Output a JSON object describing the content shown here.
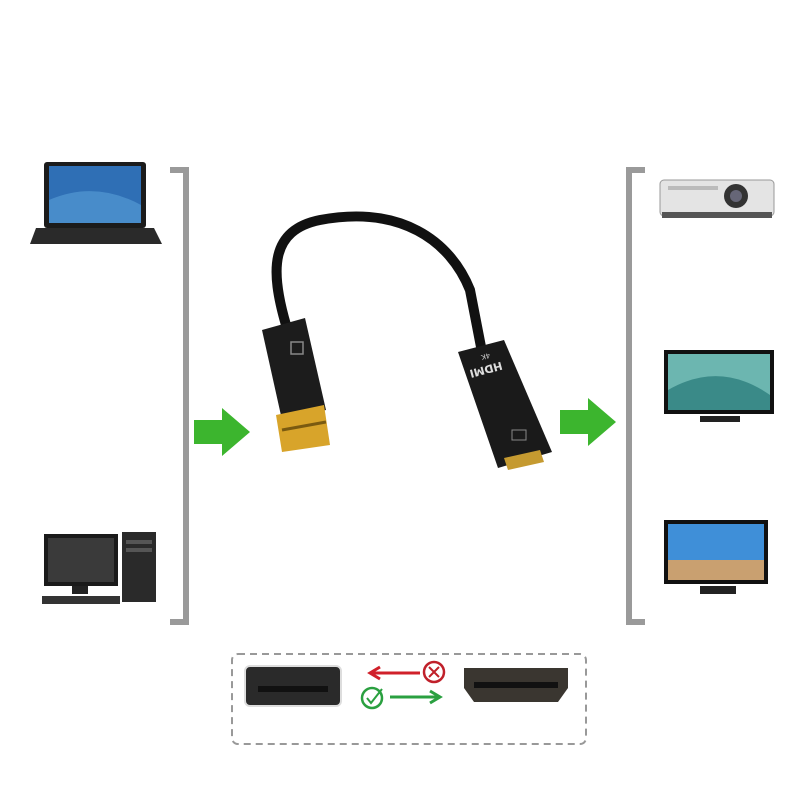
{
  "product": {
    "adapter_label": "HDMI",
    "adapter_sublabel": "4K",
    "source_devices": [
      "laptop",
      "desktop-computer"
    ],
    "output_devices": [
      "projector",
      "monitor",
      "tv"
    ],
    "direction_note": {
      "reverse_icon": "x-circle-icon",
      "forward_icon": "check-circle-icon"
    }
  },
  "colors": {
    "arrow_green": "#3cb52e",
    "bracket_gray": "#9a9a9a",
    "reject_red": "#d0202a",
    "accept_green": "#2aa040",
    "connector_gold": "#d8a42a"
  }
}
